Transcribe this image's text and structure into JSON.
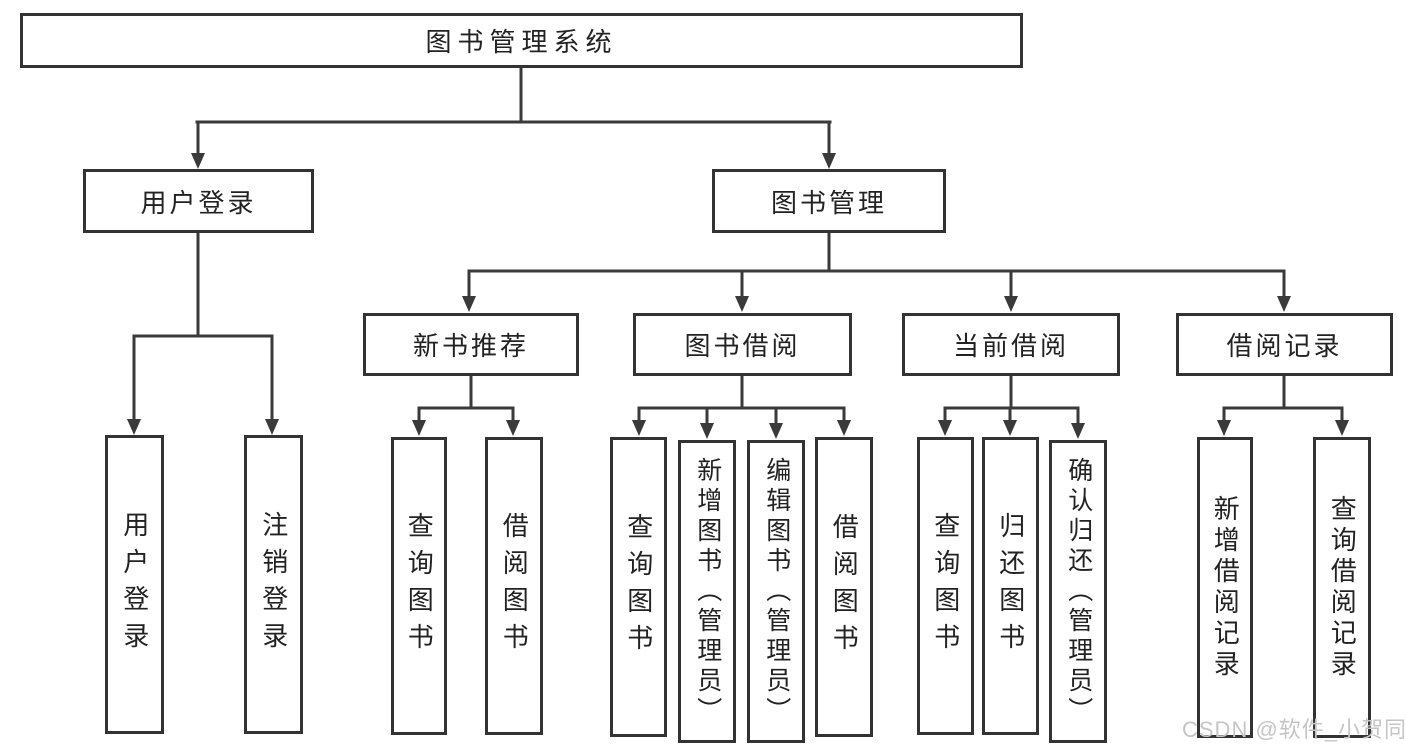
{
  "diagram": {
    "title": "图书管理系统",
    "tree": {
      "root": {
        "label": "图书管理系统"
      },
      "branches": [
        {
          "label": "用户登录",
          "children": [
            {
              "label": "用户登录"
            },
            {
              "label": "注销登录"
            }
          ]
        },
        {
          "label": "图书管理",
          "children": [
            {
              "label": "新书推荐",
              "children": [
                {
                  "label": "查询图书"
                },
                {
                  "label": "借阅图书"
                }
              ]
            },
            {
              "label": "图书借阅",
              "children": [
                {
                  "label": "查询图书"
                },
                {
                  "label": "新增图书（管理员）"
                },
                {
                  "label": "编辑图书（管理员）"
                },
                {
                  "label": "借阅图书"
                }
              ]
            },
            {
              "label": "当前借阅",
              "children": [
                {
                  "label": "查询图书"
                },
                {
                  "label": "归还图书"
                },
                {
                  "label": "确认归还（管理员）"
                }
              ]
            },
            {
              "label": "借阅记录",
              "children": [
                {
                  "label": "新增借阅记录"
                },
                {
                  "label": "查询借阅记录"
                }
              ]
            }
          ]
        }
      ]
    },
    "colors": {
      "line": "#3a3a3a",
      "border": "#333333",
      "text": "#222222",
      "background": "#ffffff",
      "watermark": "#c5c5c5"
    },
    "watermark": "CSDN @软件_小贺同学"
  }
}
